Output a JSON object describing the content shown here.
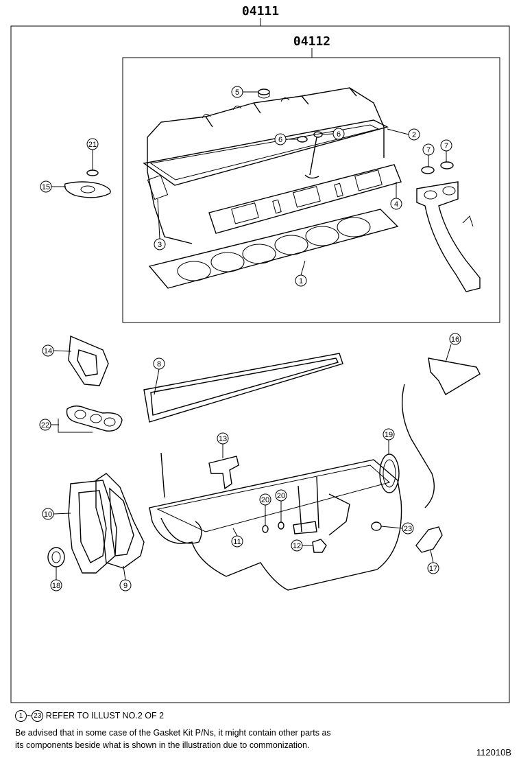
{
  "kits": {
    "outer": "04111",
    "inner": "04112"
  },
  "callouts": [
    {
      "id": "c1",
      "num": "1"
    },
    {
      "id": "c2",
      "num": "2"
    },
    {
      "id": "c3",
      "num": "3"
    },
    {
      "id": "c4",
      "num": "4"
    },
    {
      "id": "c5",
      "num": "5"
    },
    {
      "id": "c6a",
      "num": "6"
    },
    {
      "id": "c6b",
      "num": "6"
    },
    {
      "id": "c7a",
      "num": "7"
    },
    {
      "id": "c7b",
      "num": "7"
    },
    {
      "id": "c8",
      "num": "8"
    },
    {
      "id": "c9",
      "num": "9"
    },
    {
      "id": "c10",
      "num": "10"
    },
    {
      "id": "c11",
      "num": "11"
    },
    {
      "id": "c12",
      "num": "12"
    },
    {
      "id": "c13",
      "num": "13"
    },
    {
      "id": "c14",
      "num": "14"
    },
    {
      "id": "c15",
      "num": "15"
    },
    {
      "id": "c16",
      "num": "16"
    },
    {
      "id": "c17",
      "num": "17"
    },
    {
      "id": "c18",
      "num": "18"
    },
    {
      "id": "c19",
      "num": "19"
    },
    {
      "id": "c20a",
      "num": "20"
    },
    {
      "id": "c20b",
      "num": "20"
    },
    {
      "id": "c21",
      "num": "21"
    },
    {
      "id": "c22",
      "num": "22"
    },
    {
      "id": "c23",
      "num": "23"
    }
  ],
  "notes": {
    "ref_from": "1",
    "ref_sep": "~",
    "ref_to": "23",
    "ref_text": "REFER TO ILLUST NO.2 OF 2",
    "line1": "Be advised that in some case of the Gasket Kit P/Ns,  it might contain other parts as",
    "line2": "its components beside what is shown in the illustration due to commonization."
  },
  "figure_code": "112010B"
}
